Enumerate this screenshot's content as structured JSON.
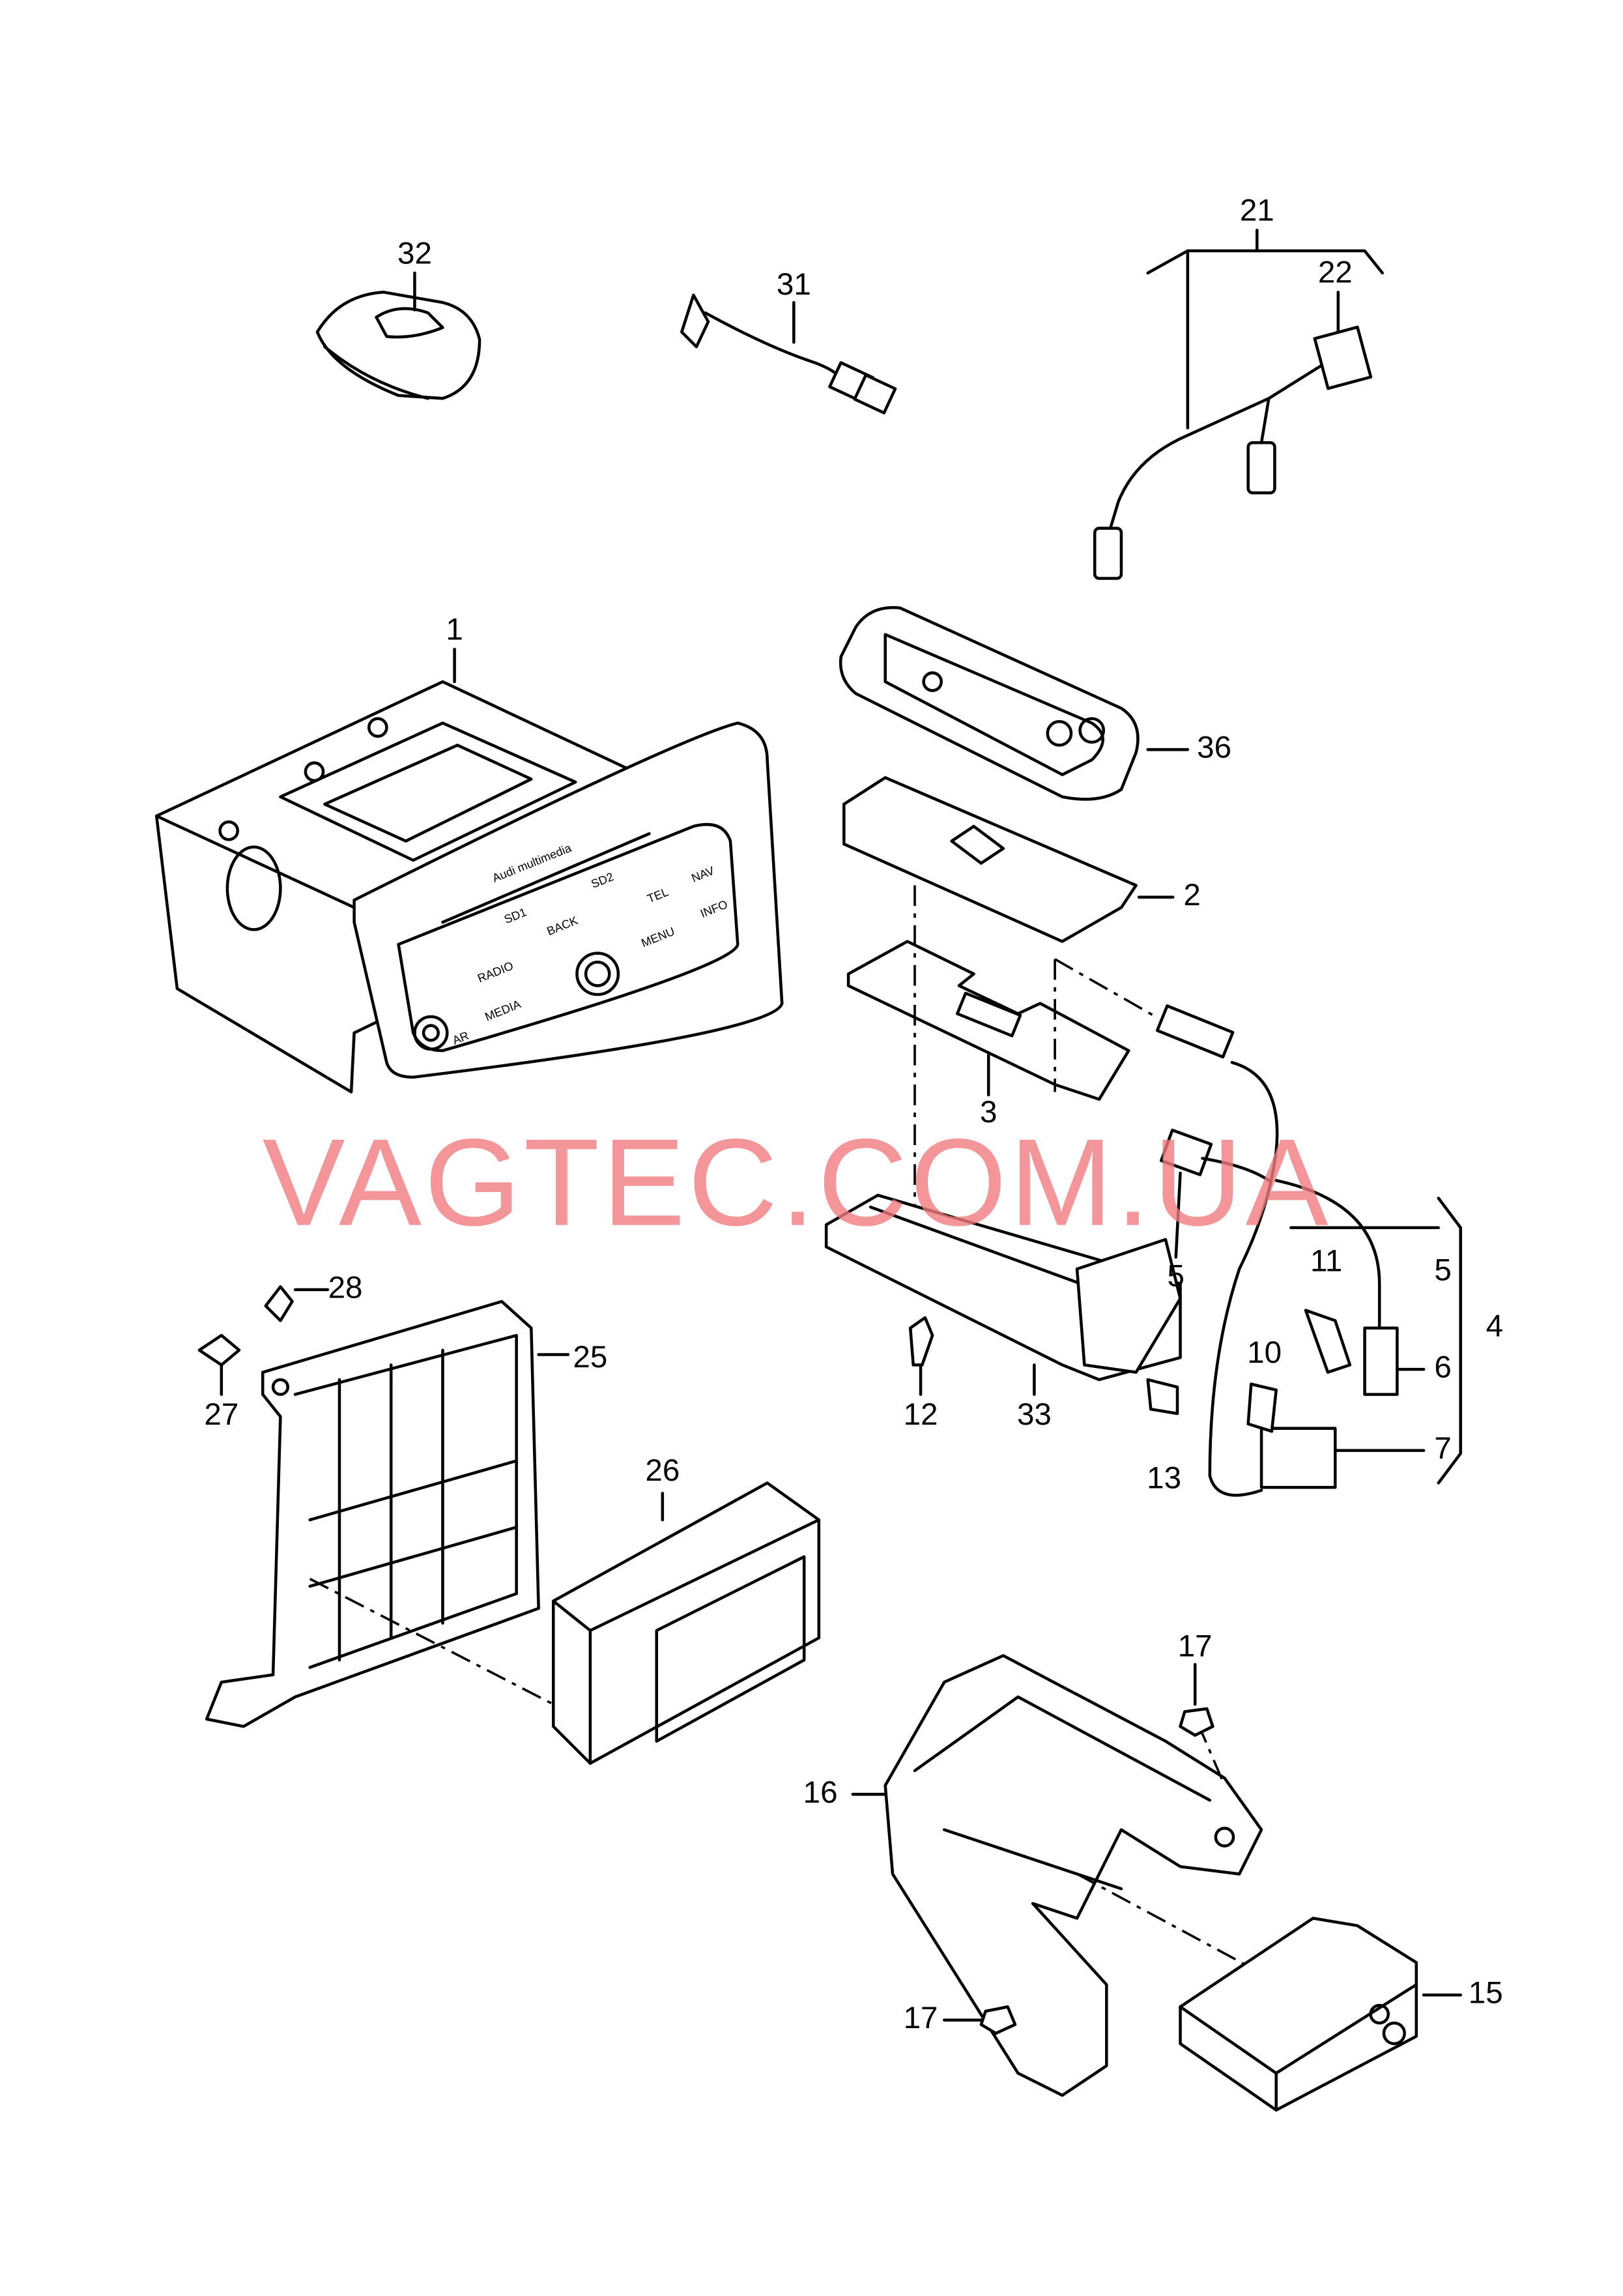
{
  "watermark": "VAGTEC.COM.UA",
  "callouts": [
    "32",
    "31",
    "21",
    "22",
    "1",
    "36",
    "2",
    "3",
    "5",
    "5",
    "4",
    "11",
    "10",
    "6",
    "7",
    "13",
    "12",
    "33",
    "28",
    "25",
    "27",
    "26",
    "17",
    "16",
    "15",
    "17"
  ],
  "radio_labels": {
    "brand": "Audi multimedia",
    "sd1": "SD1",
    "sd2": "SD2",
    "back": "BACK",
    "tel": "TEL",
    "nav": "NAV",
    "menu": "MENU",
    "info": "INFO",
    "radio": "RADIO",
    "media": "MEDIA",
    "car": "AR"
  }
}
